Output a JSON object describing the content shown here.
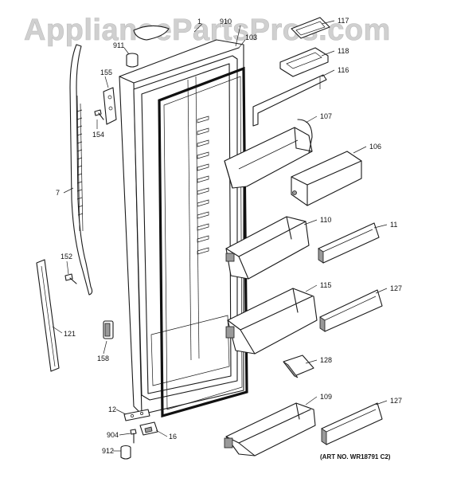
{
  "watermark": "AppliancePartsPros.com",
  "art_number": "(ART NO. WR18791 C2)",
  "callouts": {
    "c910": "910",
    "c1": "1",
    "c117": "117",
    "c911": "911",
    "c103": "103",
    "c118": "118",
    "c116": "116",
    "c155": "155",
    "c154": "154",
    "c107": "107",
    "c106": "106",
    "c7": "7",
    "c110": "110",
    "c11": "11",
    "c152": "152",
    "c115": "115",
    "c127a": "127",
    "c121": "121",
    "c158": "158",
    "c128": "128",
    "c12": "12",
    "c109": "109",
    "c127b": "127",
    "c904": "904",
    "c16": "16",
    "c912": "912"
  }
}
